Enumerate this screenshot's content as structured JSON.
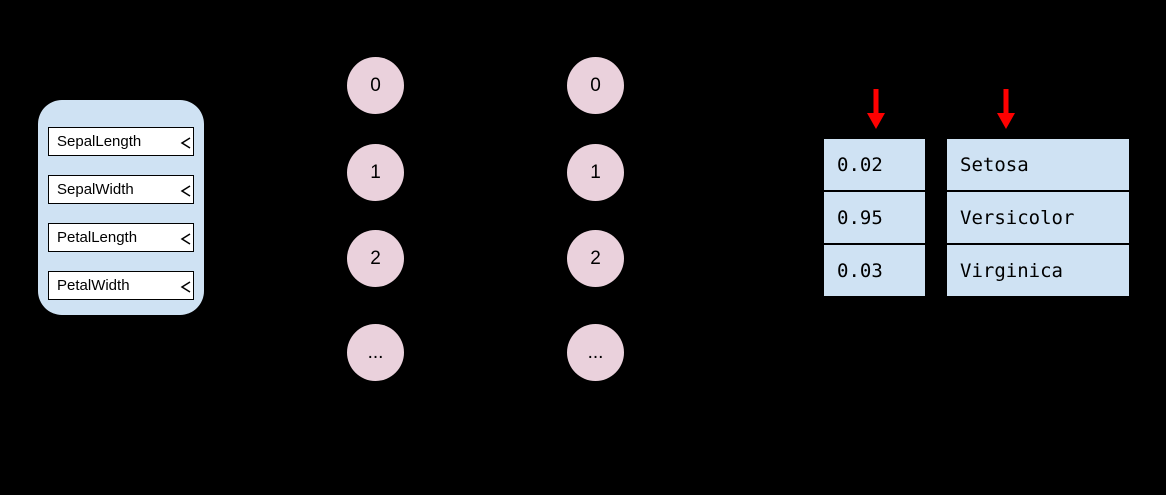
{
  "inputs": {
    "items": [
      "SepalLength",
      "SepalWidth",
      "PetalLength",
      "PetalWidth"
    ]
  },
  "layers": [
    {
      "nodes": [
        "0",
        "1",
        "2",
        "..."
      ]
    },
    {
      "nodes": [
        "0",
        "1",
        "2",
        "..."
      ]
    }
  ],
  "prob_table": {
    "rows": [
      "0.02",
      "0.95",
      "0.03"
    ]
  },
  "class_table": {
    "rows": [
      "Setosa",
      "Versicolor",
      "Virginica"
    ]
  },
  "colors": {
    "background": "#000000",
    "input_container_fill": "#cfe2f3",
    "input_box_fill": "#ffffff",
    "node_fill": "#ead1dc",
    "table_cell_fill": "#cfe2f3",
    "red_arrow": "#ff0000",
    "stroke": "#000000"
  }
}
